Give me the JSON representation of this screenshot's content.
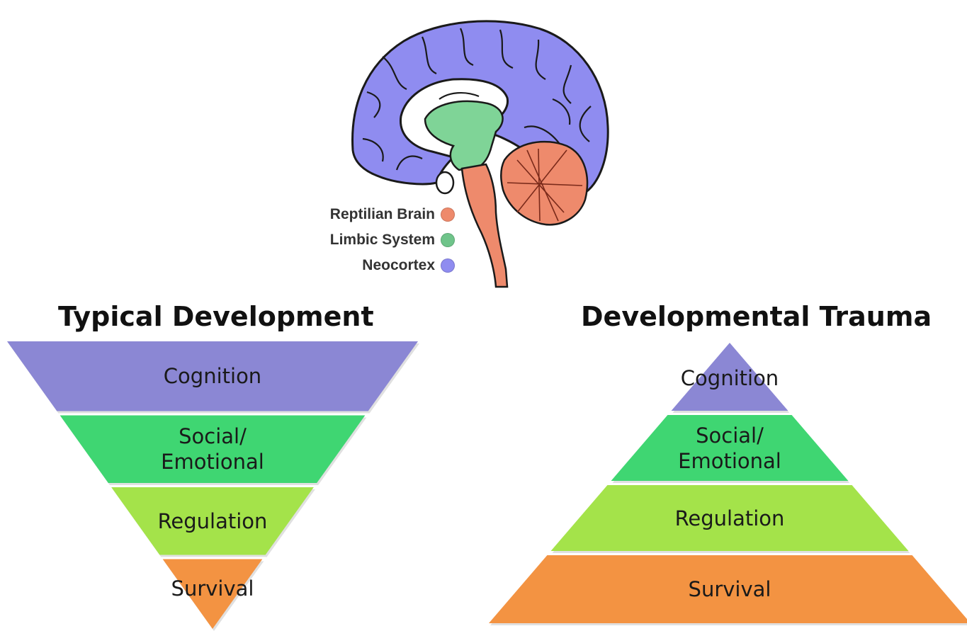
{
  "brain": {
    "legend": [
      {
        "label": "Reptilian Brain",
        "color": "#ee8a6c"
      },
      {
        "label": "Limbic System",
        "color": "#6fc48a"
      },
      {
        "label": "Neocortex",
        "color": "#8f8cf0"
      }
    ],
    "colors": {
      "neocortex": "#8f8cf0",
      "limbic": "#7fd497",
      "reptilian": "#ee8a6c",
      "outline": "#1a1a1a"
    }
  },
  "typical": {
    "title": "Typical Development",
    "layers": [
      {
        "lines": [
          "Cognition"
        ],
        "color": "#8b87d4"
      },
      {
        "lines": [
          "Social/",
          "Emotional"
        ],
        "color": "#3fd672"
      },
      {
        "lines": [
          "Regulation"
        ],
        "color": "#a4e34a"
      },
      {
        "lines": [
          "Survival"
        ],
        "color": "#f39342"
      }
    ]
  },
  "trauma": {
    "title": "Developmental Trauma",
    "layers": [
      {
        "lines": [
          "Cognition"
        ],
        "color": "#8b87d4"
      },
      {
        "lines": [
          "Social/",
          "Emotional"
        ],
        "color": "#3fd672"
      },
      {
        "lines": [
          "Regulation"
        ],
        "color": "#a4e34a"
      },
      {
        "lines": [
          "Survival"
        ],
        "color": "#f39342"
      }
    ]
  }
}
